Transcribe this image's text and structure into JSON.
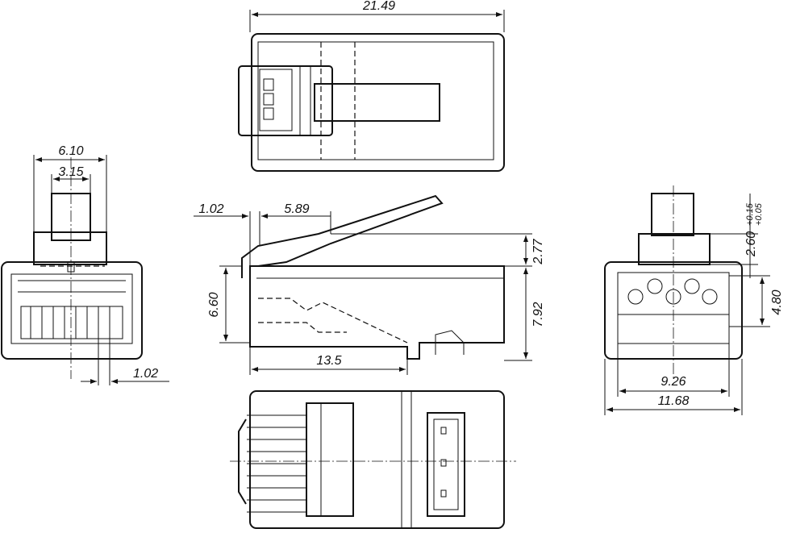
{
  "title": "RJ45 modular plug dimensional drawing",
  "dimensions": {
    "top_length": "21.49",
    "front_width": "6.10",
    "latch_width": "3.15",
    "pin_pitch": "1.02",
    "side_offset": "1.02",
    "latch_length": "5.89",
    "latch_height": "2.77",
    "body_height": "6.60",
    "total_height": "7.92",
    "body_length": "13.5",
    "latch_projection": "2.60",
    "latch_tol_upper": "+0.15",
    "latch_tol_lower": "+0.05",
    "contact_height": "4.80",
    "inner_width": "9.26",
    "outer_width": "11.68"
  }
}
